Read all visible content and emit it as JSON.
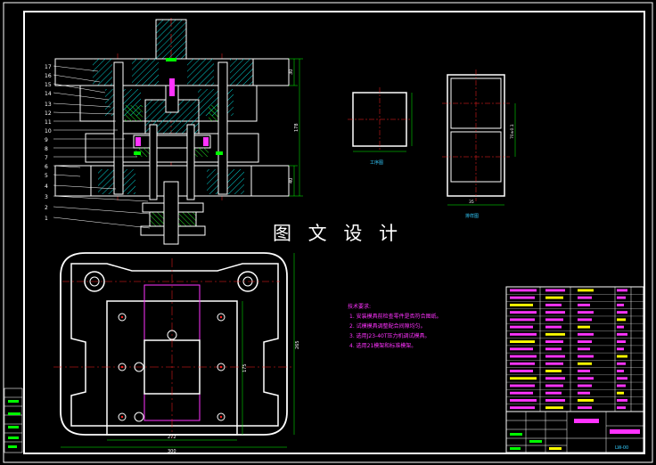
{
  "watermark": "图 文 设 计",
  "view_labels": {
    "workpiece": "工序图",
    "layout": "排样图"
  },
  "part_numbers": [
    "17",
    "16",
    "15",
    "14",
    "13",
    "12",
    "11",
    "10",
    "9",
    "8",
    "7",
    "6",
    "5",
    "4",
    "3",
    "2",
    "1"
  ],
  "technical_requirements": {
    "title": "技术要求:",
    "items": [
      "1. 安装模具前检查零件是否符合图纸。",
      "2. 试模模具调整配合间隙均匀。",
      "3. 选用J23-40T压力机调试模具。",
      "4. 选用21模架和标准模架。"
    ]
  },
  "dimensions": {
    "plan_width": "272",
    "plan_total_width": "300",
    "plan_height": "265",
    "plan_inner_height": "175",
    "section_height_top": "30",
    "section_height_total": "178",
    "section_height_bottom": "40",
    "layout_pitch": "70±0.1",
    "layout_width": "35"
  },
  "title_block": {
    "drawing_number": "LW-00"
  },
  "colors": {
    "background": "#000000",
    "outline": "#ffffff",
    "centerline": "#ff2020",
    "hatch_cyan": "#00d8d8",
    "accent_magenta": "#ff33ff",
    "accent_green": "#00ff00",
    "accent_yellow": "#ffff00"
  }
}
